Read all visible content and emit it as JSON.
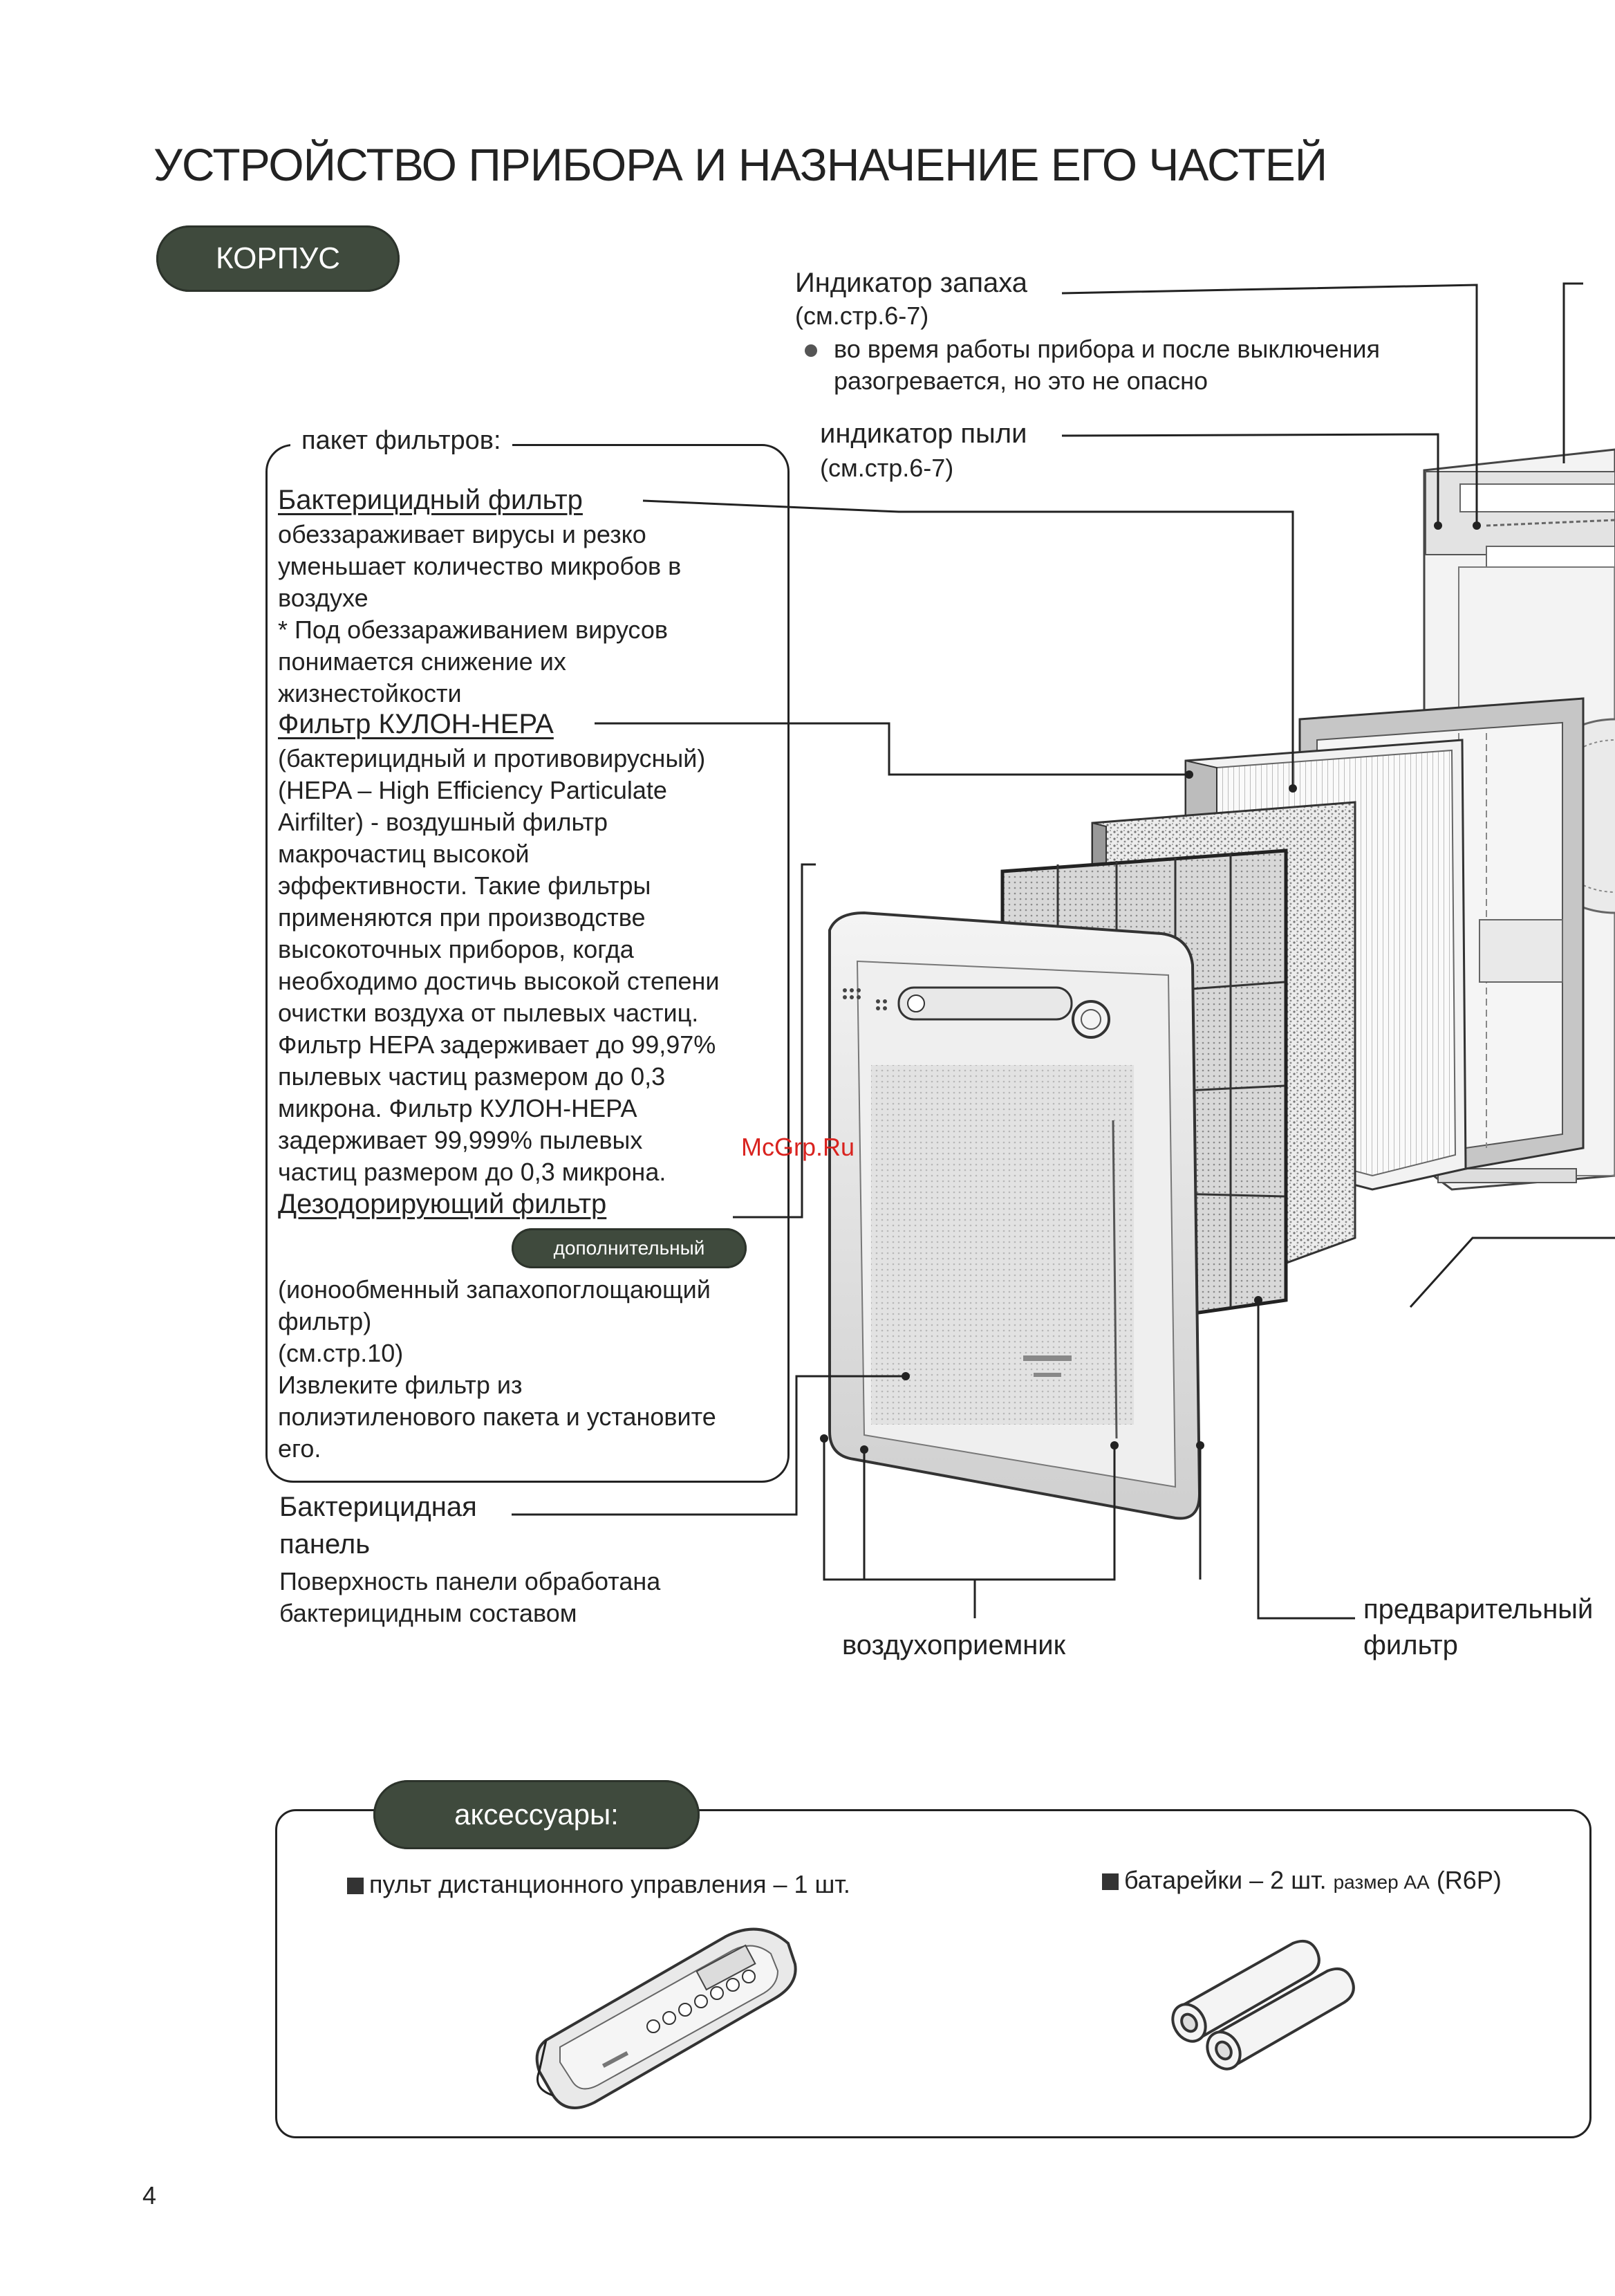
{
  "title": "УСТРОЙСТВО ПРИБОРА И НАЗНАЧЕНИЕ ЕГО ЧАСТЕЙ",
  "section_corpus": "КОРПУС",
  "odor_indicator": {
    "label": "Индикатор запаха",
    "ref": "(см.стр.6-7)",
    "note_line1": "во время работы прибора и после выключения",
    "note_line2": "разогревается, но это не опасно"
  },
  "dust_indicator": {
    "label": "индикатор пыли",
    "ref": "(см.стр.6-7)"
  },
  "filter_pack": {
    "caption": "пакет фильтров:",
    "bactericidal": {
      "title": "Бактерицидный фильтр",
      "lines": [
        "обеззараживает вирусы и резко",
        "уменьшает количество микробов в",
        "воздухе",
        "* Под обеззараживанием вирусов",
        "  понимается снижение их",
        "  жизнестойкости"
      ]
    },
    "hepa": {
      "title": "Фильтр КУЛОН-HEPA",
      "lines": [
        "(бактерицидный и противовирусный)",
        "(HEPA – High Efficiency Particulate",
        "Airfilter) - воздушный фильтр",
        "макрочастиц высокой",
        "эффективности. Такие фильтры",
        "применяются при производстве",
        "высокоточных приборов, когда",
        "необходимо достичь высокой степени",
        "очистки воздуха от пылевых частиц.",
        "Фильтр HEPA задерживает до 99,97%",
        "пылевых частиц размером до 0,3",
        "микрона. Фильтр КУЛОН-HEPA",
        "задерживает 99,999% пылевых",
        "частиц размером до 0,3 микрона."
      ]
    },
    "deodorizing": {
      "title": "Дезодорирующий фильтр",
      "badge": "дополнительный",
      "lines": [
        "(ионообменный запахопоглощающий",
        "фильтр)",
        "(см.стр.10)",
        "Извлеките фильтр из",
        "полиэтиленового пакета и установите",
        "его."
      ]
    }
  },
  "bactericidal_panel": {
    "title_line1": "Бактерицидная",
    "title_line2": "панель",
    "desc_line1": "Поверхность панели обработана",
    "desc_line2": "бактерицидным составом"
  },
  "air_intake": "воздухоприемник",
  "prefilter": {
    "line1": "предварительный",
    "line2": "фильтр"
  },
  "watermark": "McGrp.Ru",
  "accessories": {
    "title": "аксессуары:",
    "remote": "пульт дистанционного управления – 1 шт.",
    "batteries_main": "батарейки – 2 шт.",
    "batteries_size": "размер AA",
    "batteries_type": "(R6P)"
  },
  "page_number": "4"
}
